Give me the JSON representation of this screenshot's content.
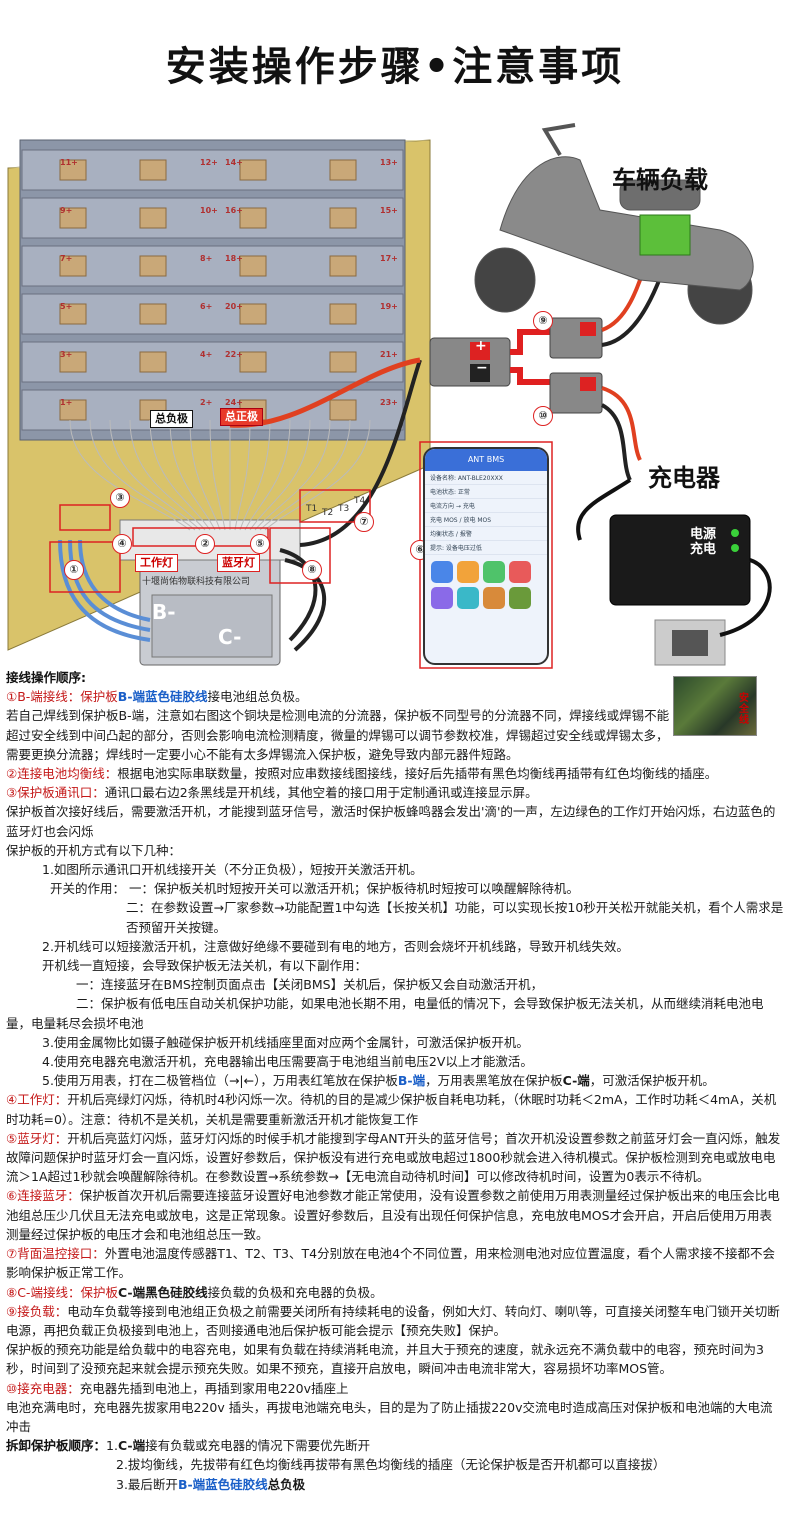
{
  "page": {
    "title": "安装操作步骤•注意事项"
  },
  "diagram": {
    "vehicle_label": "车辆负载",
    "charger_label": "充电器",
    "charger_panel": {
      "line1": "电源",
      "line2": "充电"
    },
    "total_negative": "总负极",
    "total_positive": "总正极",
    "work_light": "工作灯",
    "bluetooth_light": "蓝牙灯",
    "bms_company": "十堰尚佑物联科技有限公司",
    "b_minus": "B-",
    "c_minus": "C-",
    "plus_sign": "+",
    "minus_sign": "−",
    "safety_line": "安全线",
    "numbers": [
      "①",
      "②",
      "③",
      "④",
      "⑤",
      "⑥",
      "⑦",
      "⑧",
      "⑨",
      "⑩"
    ],
    "temp_sensors": [
      "T1",
      "T2",
      "T3",
      "T4"
    ],
    "cells_left": [
      "11+",
      "9+",
      "7+",
      "5+",
      "3+",
      "1+"
    ],
    "cells_top": [
      "12+",
      "10+",
      "8+",
      "6+",
      "4+",
      "2+"
    ],
    "cells_mid": [
      "14+",
      "16+",
      "18+",
      "20+",
      "22+",
      "24+"
    ],
    "cells_right": [
      "13+",
      "15+",
      "17+",
      "19+",
      "21+",
      "23+"
    ],
    "phone": {
      "header": "ANT BMS",
      "rows": [
        "设备名称: ANT-BLE20XXX",
        "电池状态: 正常",
        "电流方向 → 充电",
        "充电 MOS / 放电 MOS",
        "均衡状态 / 报警",
        "提示: 设备电压过低"
      ]
    }
  },
  "text": {
    "wiring_heading": "接线操作顺序:",
    "s1_label": "①B-端接线：保护板",
    "s1_highlight": "B-端蓝色硅胶线",
    "s1_rest": "接电池组总负极。",
    "s1_p2": "若自己焊线到保护板B-端，注意如右图这个铜块是检测电流的分流器，保护板不同型号的分流器不同，焊接线或焊锡不能超过安全线到中间凸起的部分，否则会影响电流检测精度，微量的焊锡可以调节参数校准，焊锡超过安全线或焊锡太多，需要更换分流器；焊线时一定要小心不能有太多焊锡流入保护板，避免导致内部元器件短路。",
    "s2_label": "②连接电池均衡线：",
    "s2_text": "根据电池实际串联数量，按照对应串数接线图接线，接好后先插带有黑色均衡线再插带有红色均衡线的插座。",
    "s3_label": "③保护板通讯口：",
    "s3_text": "通讯口最右边2条黑线是开机线，其他空着的接口用于定制通讯或连接显示屏。",
    "p_first_power": "保护板首次接好线后，需要激活开机，才能搜到蓝牙信号，激活时保护板蜂鸣器会发出'滴'的一声，左边绿色的工作灯开始闪烁，右边蓝色的蓝牙灯也会闪烁",
    "p_ways": "保护板的开机方式有以下几种：",
    "w1": "1.如图所示通讯口开机线接开关（不分正负极），短按开关激活开机。",
    "w1a": "开关的作用：  一：保护板关机时短按开关可以激活开机；保护板待机时短按可以唤醒解除待机。",
    "w1b": "二：在参数设置→厂家参数→功能配置1中勾选【长按关机】功能，可以实现长按10秒开关松开就能关机，看个人需求是否预留开关按键。",
    "w2": "2.开机线可以短接激活开机，注意做好绝缘不要碰到有电的地方，否则会烧坏开机线路，导致开机线失效。",
    "w2a": "开机线一直短接，会导致保护板无法关机，有以下副作用：",
    "w2b": "一：连接蓝牙在BMS控制页面点击【关闭BMS】关机后，保护板又会自动激活开机，",
    "w2c": "二：保护板有低电压自动关机保护功能，如果电池长期不用，电量低的情况下，会导致保护板无法关机，从而继续消耗电池电量，电量耗尽会损坏电池",
    "w3": "3.使用金属物比如镊子触碰保护板开机线插座里面对应两个金属针，可激活保护板开机。",
    "w4": "4.使用充电器充电激活开机，充电器输出电压需要高于电池组当前电压2V以上才能激活。",
    "w5a": "5.使用万用表，打在二极管档位（",
    "w5_diode": "→|←",
    "w5b": "），万用表红笔放在保护板",
    "w5_b": "B-端",
    "w5c": "，万用表黑笔放在保护板",
    "w5_c": "C-端",
    "w5d": "，可激活保护板开机。",
    "s4_label": "④工作灯：",
    "s4_text": "开机后亮绿灯闪烁，待机时4秒闪烁一次。待机的目的是减少保护板自耗电功耗，（休眠时功耗＜2mA，工作时功耗＜4mA，关机时功耗=0）。注意：待机不是关机，关机是需要重新激活开机才能恢复工作",
    "s5_label": "⑤蓝牙灯：",
    "s5_text": "开机后亮蓝灯闪烁，蓝牙灯闪烁的时候手机才能搜到字母ANT开头的蓝牙信号；首次开机没设置参数之前蓝牙灯会一直闪烁，触发故障问题保护时蓝牙灯会一直闪烁，设置好参数后，保护板没有进行充电或放电超过1800秒就会进入待机模式。保护板检测到充电或放电电流＞1A超过1秒就会唤醒解除待机。在参数设置→系统参数→【无电流自动待机时间】可以修改待机时间，设置为0表示不待机。",
    "s6_label": "⑥连接蓝牙：",
    "s6_text": "保护板首次开机后需要连接蓝牙设置好电池参数才能正常使用，没有设置参数之前使用万用表测量经过保护板出来的电压会比电池组总压少几伏且无法充电或放电，这是正常现象。设置好参数后，且没有出现任何保护信息，充电放电MOS才会开启，开启后使用万用表测量经过保护板的电压才会和电池组总压一致。",
    "s7_label": "⑦背面温控接口：",
    "s7_text": "外置电池温度传感器T1、T2、T3、T4分别放在电池4个不同位置，用来检测电池对应位置温度，看个人需求接不接都不会影响保护板正常工作。",
    "s8_label": "⑧C-端接线：保护板",
    "s8_highlight": "C-端黑色硅胶线",
    "s8_rest": "接负载的负极和充电器的负极。",
    "s9_label": "⑨接负载：",
    "s9_text": "电动车负载等接到电池组正负极之前需要关闭所有持续耗电的设备，例如大灯、转向灯、喇叭等，可直接关闭整车电门锁开关切断电源，再把负载正负极接到电池上，否则接通电池后保护板可能会提示【预充失败】保护。",
    "s9_p2": "保护板的预充功能是给负载中的电容充电，如果有负载在持续消耗电流，并且大于预充的速度，就永远充不满负载中的电容，预充时间为3秒，时间到了没预充起来就会提示预充失败。如果不预充，直接开启放电，瞬间冲击电流非常大，容易损坏功率MOS管。",
    "s10_label": "⑩接充电器：",
    "s10_text": "充电器先插到电池上，再插到家用电220v插座上",
    "s10_p2": "电池充满电时，充电器先拔家用电220v 插头，再拔电池端充电头，目的是为了防止插拔220v交流电时造成高压对保护板和电池端的大电流冲击",
    "remove_heading": "拆卸保护板顺序：",
    "r1a": "1.",
    "r1_c": "C-端",
    "r1b": "接有负载或充电器的情况下需要优先断开",
    "r2": "2.拔均衡线，先拔带有红色均衡线再拔带有黑色均衡线的插座（无论保护板是否开机都可以直接拔）",
    "r3a": "3.最后断开",
    "r3_b": "B-端蓝色硅胶线",
    "r3b": "总负极"
  },
  "colors": {
    "red_highlight": "#c41818",
    "blue_highlight": "#1a5fc8",
    "callout_red": "#d22222"
  }
}
